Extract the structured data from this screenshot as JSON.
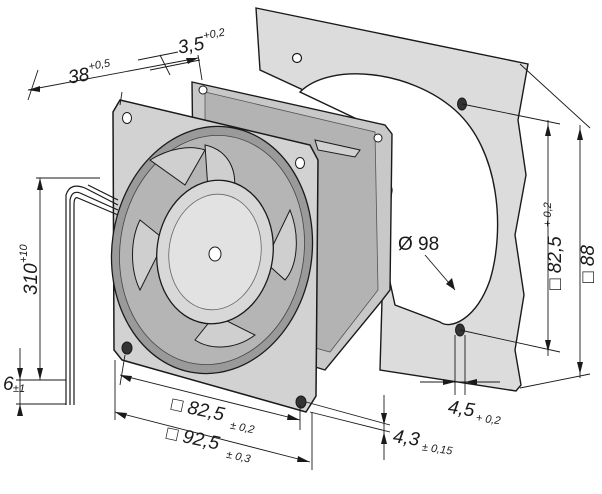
{
  "diagram": {
    "colors": {
      "ink": "#1a1a1a",
      "metal_light": "#d6d6d6",
      "metal_mid": "#bdbdbd",
      "metal_dark": "#8f8f8f",
      "panel": "#d9d9d9"
    },
    "dimensions": {
      "depth": {
        "value": "38",
        "tol": "+0,5"
      },
      "flange": {
        "value": "3,5",
        "tol": "+0,2"
      },
      "cable_length": {
        "value": "310",
        "tol": "+10"
      },
      "strip_length": {
        "value": "6",
        "tol": "±1"
      },
      "hole_spacing": {
        "value": "□ 82,5",
        "tol": "± 0,2"
      },
      "frame_size": {
        "value": "□ 92,5",
        "tol": "± 0,3"
      },
      "hole_depth": {
        "value": "4,3",
        "tol": "± 0,15"
      },
      "panel_cutout": {
        "value": "Ø 98"
      },
      "panel_hole_spacing": {
        "value": "□ 82,5",
        "tol": "+ 0,2"
      },
      "panel_outer": {
        "value": "□ 88"
      },
      "panel_hole_dia": {
        "value": "4,5",
        "tol": "+ 0,2"
      }
    }
  }
}
